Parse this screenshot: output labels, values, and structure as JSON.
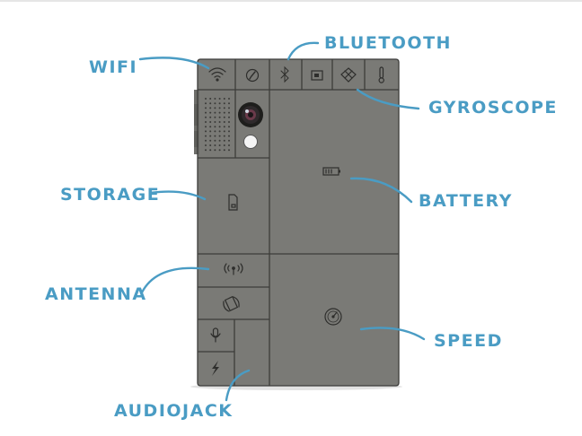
{
  "labels": {
    "wifi": "WIFI",
    "bluetooth": "BLUETOOTH",
    "gyroscope": "GYROSCOPE",
    "storage": "STORAGE",
    "battery": "BATTERY",
    "antenna": "ANTENNA",
    "speed": "SPEED",
    "audiojack": "AUDIOJACK"
  },
  "colors": {
    "label": "#4a9cc4",
    "phone_body": "#7a7a76",
    "module_line": "#3c3c3a",
    "icon": "#2e2e2c",
    "background": "#ffffff"
  },
  "icons": [
    "wifi-icon",
    "compass-icon",
    "bluetooth-icon",
    "sim-card-icon",
    "gyroscope-icon",
    "thermometer-icon",
    "speaker-grille-icon",
    "camera-lens-icon",
    "flash-icon",
    "sd-card-icon",
    "battery-icon",
    "antenna-icon",
    "rotate-icon",
    "microphone-icon",
    "lightning-icon",
    "speedometer-icon"
  ]
}
